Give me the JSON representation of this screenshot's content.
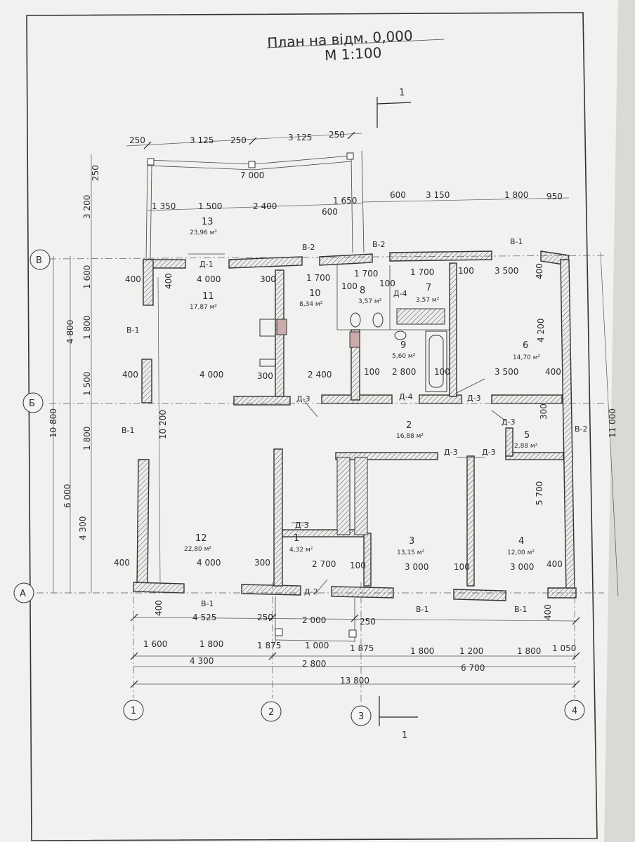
{
  "title": {
    "line1": "План на відм. 0,000",
    "line2": "М 1:100"
  },
  "section_mark": {
    "top": "1",
    "bottom": "1"
  },
  "axes": {
    "rows": [
      "В",
      "Б",
      "А"
    ],
    "cols": [
      "1",
      "2",
      "3",
      "4"
    ]
  },
  "rooms": [
    {
      "no": "13",
      "area": "23,96 м²"
    },
    {
      "no": "11",
      "area": "17,87 м²"
    },
    {
      "no": "10",
      "area": "8,34 м²"
    },
    {
      "no": "8",
      "area": "3,57 м²"
    },
    {
      "no": "7",
      "area": "3,57 м²"
    },
    {
      "no": "9",
      "area": "5,60 м²"
    },
    {
      "no": "6",
      "area": "14,70 м²"
    },
    {
      "no": "2",
      "area": "16,88 м²"
    },
    {
      "no": "5",
      "area": "2,88 м²"
    },
    {
      "no": "12",
      "area": "22,80 м²"
    },
    {
      "no": "1",
      "area": "4,32 м²"
    },
    {
      "no": "3",
      "area": "13,15 м²"
    },
    {
      "no": "4",
      "area": "12,00 м²"
    }
  ],
  "openings": {
    "windows": [
      "В-1",
      "В-2"
    ],
    "doors": [
      "Д-1",
      "Д-2",
      "Д-3",
      "Д-4"
    ]
  },
  "dims": {
    "top_porch": [
      "250",
      "3 125",
      "250",
      "3 125",
      "250"
    ],
    "porch_width": "7 000",
    "top_row2": [
      "1 350",
      "1 500",
      "2 400",
      "1 650",
      "600",
      "600",
      "3 150",
      "1 800",
      "950"
    ],
    "left_outer": [
      "250",
      "3 200"
    ],
    "left_row1": [
      "1 600",
      "1 800",
      "1 500",
      "1 800",
      "4 300"
    ],
    "left_row2": [
      "4 800",
      "6 000"
    ],
    "left_total": "10 800",
    "inner_h": "10 200",
    "right": [
      "4 200",
      "300",
      "5 700"
    ],
    "right_total": "11 000",
    "room_widths_upper": [
      "4 000",
      "300",
      "1 700",
      "100",
      "1 700",
      "100",
      "1 700",
      "100",
      "3 500",
      "400",
      "400"
    ],
    "room_widths_mid": [
      "400",
      "4 000",
      "300",
      "2 400",
      "100",
      "2 800",
      "100",
      "3 500",
      "400"
    ],
    "room_widths_lower": [
      "400",
      "4 000",
      "300",
      "2 700",
      "100",
      "3 000",
      "100",
      "3 000",
      "400"
    ],
    "bottom_porch": [
      "400",
      "4 525",
      "250",
      "2 000",
      "250",
      "400"
    ],
    "bottom_row1": [
      "1 600",
      "1 800",
      "1 875",
      "1 000",
      "1 875",
      "1 800",
      "1 200",
      "1 800",
      "1 050"
    ],
    "bottom_row2": [
      "4 300",
      "2 800",
      "6 700"
    ],
    "bottom_total": "13 800"
  }
}
